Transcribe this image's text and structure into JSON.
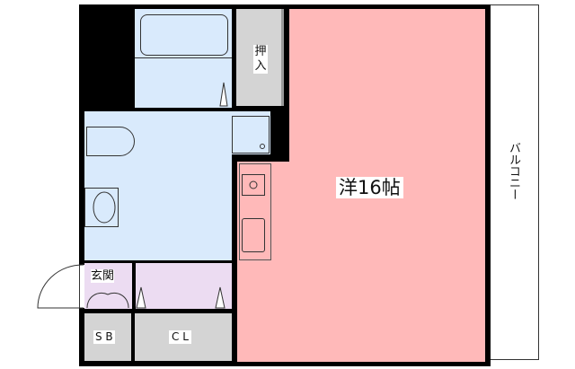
{
  "rooms": {
    "western": {
      "label": "洋16帖",
      "color": "#ffb9b9"
    },
    "closet_oshiire": {
      "label": "押入",
      "color": "#d4d4d4"
    },
    "balcony": {
      "label": "バルコニー"
    },
    "entrance": {
      "label": "玄関",
      "color": "#ecdcf2"
    },
    "shoe_box": {
      "label": "S B"
    },
    "closet": {
      "label": "C L"
    },
    "wet_area": {
      "color": "#d9eafc"
    }
  }
}
